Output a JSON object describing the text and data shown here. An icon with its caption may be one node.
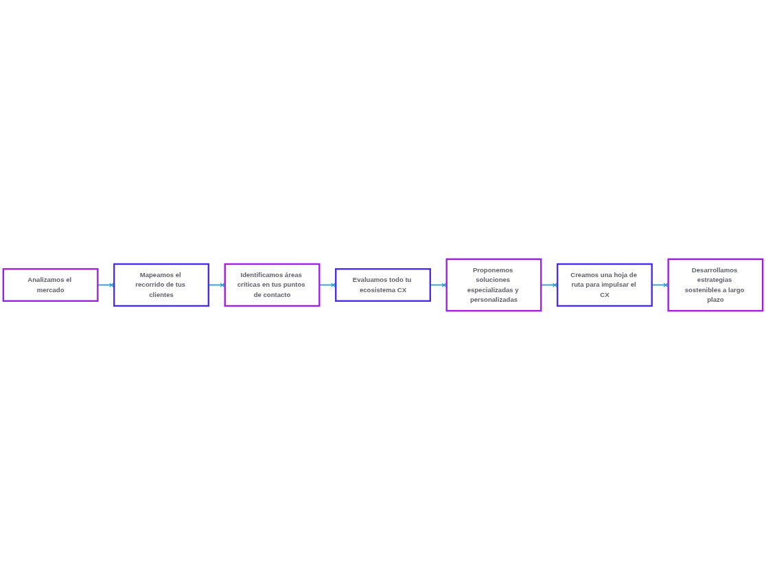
{
  "diagram": {
    "nodes": [
      {
        "text": [
          "Analizamos el mercado"
        ]
      },
      {
        "text": [
          "Mapeamos el recorrido de tus clientes"
        ]
      },
      {
        "text": [
          "Identificamos áreas críticas en tus puntos de contacto"
        ]
      },
      {
        "text": [
          "Evaluamos todo tu ecosistema CX"
        ]
      },
      {
        "text": [
          "Proponemos soluciones especializadas y personalizadas"
        ]
      },
      {
        "text": [
          "Creamos una hoja de ruta para impulsar el CX"
        ]
      },
      {
        "text": [
          "Desarrollamos estrategias sostenibles a largo plazo"
        ]
      }
    ],
    "edges": [
      {
        "from": 0,
        "to": 1,
        "arrow": "other"
      },
      {
        "from": 1,
        "to": 2,
        "arrow": "other"
      },
      {
        "from": 2,
        "to": 3,
        "arrow": "other"
      },
      {
        "from": 3,
        "to": 4,
        "arrow": "other"
      },
      {
        "from": 4,
        "to": 5,
        "arrow": "other"
      },
      {
        "from": 5,
        "to": 6,
        "arrow": "other"
      }
    ]
  }
}
